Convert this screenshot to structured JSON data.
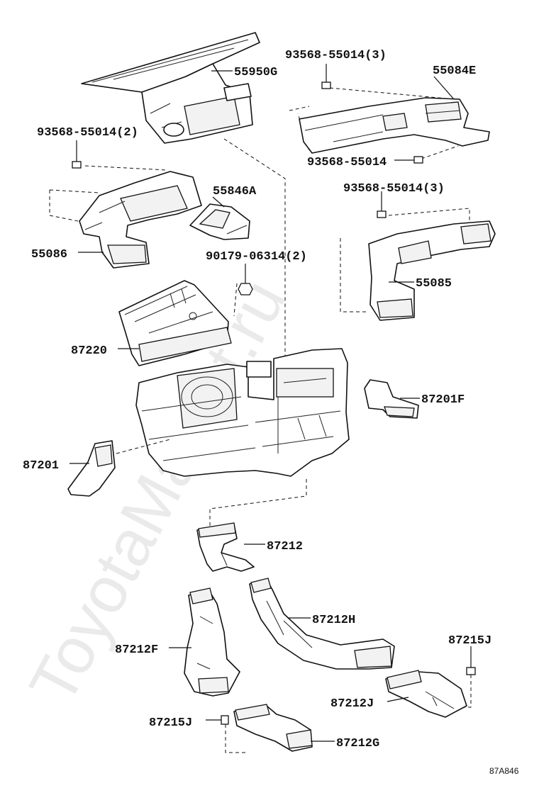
{
  "watermark": "ToyotaMarket.ru",
  "diagram_ref": "87A846",
  "parts": [
    {
      "id": "p55950G",
      "number": "55950G"
    },
    {
      "id": "p93568_55014_3a",
      "number": "93568-55014(3)"
    },
    {
      "id": "p55084E",
      "number": "55084E"
    },
    {
      "id": "p93568_55014_2",
      "number": "93568-55014(2)"
    },
    {
      "id": "p93568_55014",
      "number": "93568-55014"
    },
    {
      "id": "p55846A",
      "number": "55846A"
    },
    {
      "id": "p93568_55014_3b",
      "number": "93568-55014(3)"
    },
    {
      "id": "p55086",
      "number": "55086"
    },
    {
      "id": "p90179_06314_2",
      "number": "90179-06314(2)"
    },
    {
      "id": "p55085",
      "number": "55085"
    },
    {
      "id": "p87220",
      "number": "87220"
    },
    {
      "id": "p87201F",
      "number": "87201F"
    },
    {
      "id": "p87201",
      "number": "87201"
    },
    {
      "id": "p87212",
      "number": "87212"
    },
    {
      "id": "p87212H",
      "number": "87212H"
    },
    {
      "id": "p87212F",
      "number": "87212F"
    },
    {
      "id": "p87215J_a",
      "number": "87215J"
    },
    {
      "id": "p87212J",
      "number": "87212J"
    },
    {
      "id": "p87215J_b",
      "number": "87215J"
    },
    {
      "id": "p87212G",
      "number": "87212G"
    }
  ]
}
